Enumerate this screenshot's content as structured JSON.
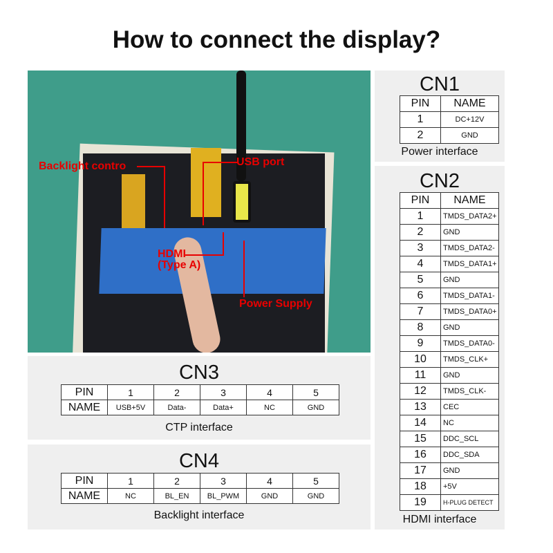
{
  "title": "How to connect the display?",
  "photo": {
    "labels": {
      "backlight": "Backlight contro",
      "usb": "USB port",
      "hdmi": "HDMI\n(Type A)",
      "hdmi_line1": "HDMI",
      "hdmi_line2": "(Type A)",
      "power": "Power Supply"
    }
  },
  "cn1": {
    "title": "CN1",
    "headers": [
      "PIN",
      "NAME"
    ],
    "rows": [
      [
        "1",
        "DC+12V"
      ],
      [
        "2",
        "GND"
      ]
    ],
    "caption": "Power interface"
  },
  "cn2": {
    "title": "CN2",
    "headers": [
      "PIN",
      "NAME"
    ],
    "rows": [
      [
        "1",
        "TMDS_DATA2+"
      ],
      [
        "2",
        "GND"
      ],
      [
        "3",
        "TMDS_DATA2-"
      ],
      [
        "4",
        "TMDS_DATA1+"
      ],
      [
        "5",
        "GND"
      ],
      [
        "6",
        "TMDS_DATA1-"
      ],
      [
        "7",
        "TMDS_DATA0+"
      ],
      [
        "8",
        "GND"
      ],
      [
        "9",
        "TMDS_DATA0-"
      ],
      [
        "10",
        "TMDS_CLK+"
      ],
      [
        "11",
        "GND"
      ],
      [
        "12",
        "TMDS_CLK-"
      ],
      [
        "13",
        "CEC"
      ],
      [
        "14",
        "NC"
      ],
      [
        "15",
        "DDC_SCL"
      ],
      [
        "16",
        "DDC_SDA"
      ],
      [
        "17",
        "GND"
      ],
      [
        "18",
        "+5V"
      ],
      [
        "19",
        "H-PLUG DETECT"
      ]
    ],
    "caption": "HDMI interface"
  },
  "cn3": {
    "title": "CN3",
    "row_headers": [
      "PIN",
      "NAME"
    ],
    "pins": [
      "1",
      "2",
      "3",
      "4",
      "5"
    ],
    "names": [
      "USB+5V",
      "Data-",
      "Data+",
      "NC",
      "GND"
    ],
    "caption": "CTP interface"
  },
  "cn4": {
    "title": "CN4",
    "row_headers": [
      "PIN",
      "NAME"
    ],
    "pins": [
      "1",
      "2",
      "3",
      "4",
      "5"
    ],
    "names": [
      "NC",
      "BL_EN",
      "BL_PWM",
      "GND",
      "GND"
    ],
    "caption": "Backlight interface"
  }
}
